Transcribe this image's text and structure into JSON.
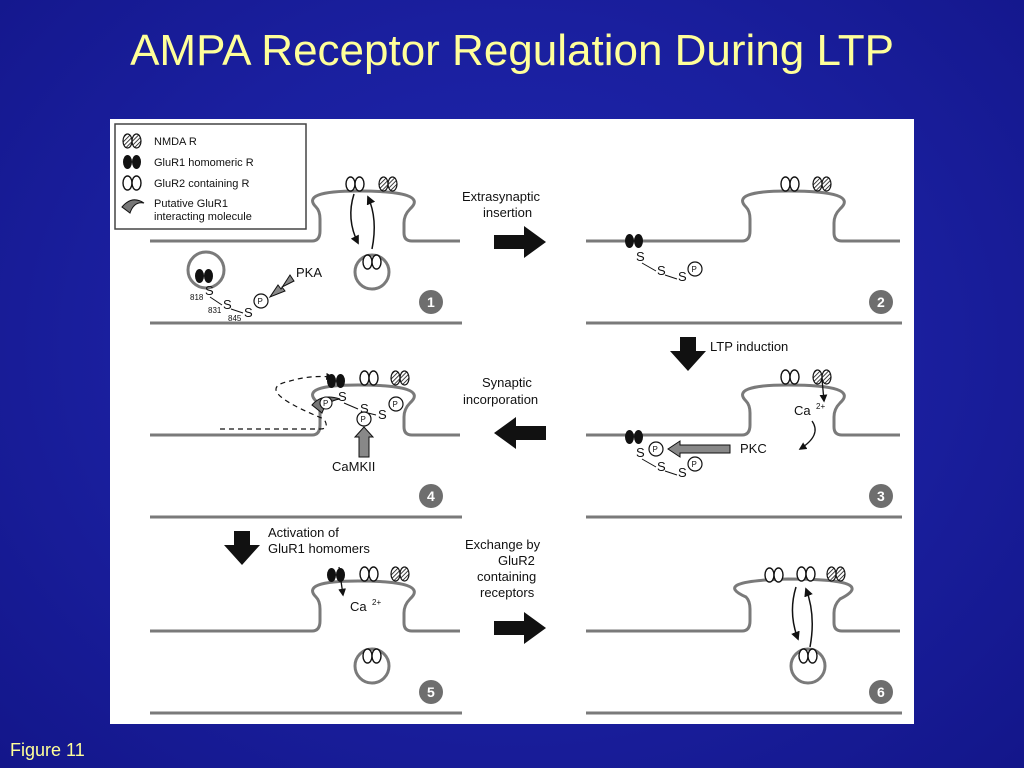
{
  "slide": {
    "title": "AMPA Receptor Regulation During LTP",
    "figure_label": "Figure 11"
  },
  "legend": {
    "nmda": "NMDA R",
    "glur1": "GluR1 homomeric R",
    "glur2": "GluR2 containing R",
    "putative_line1": "Putative GluR1",
    "putative_line2": "interacting molecule"
  },
  "steps": {
    "s1": "1",
    "s2": "2",
    "s3": "3",
    "s4": "4",
    "s5": "5",
    "s6": "6"
  },
  "arrows": {
    "extrasynaptic_line1": "Extrasynaptic",
    "extrasynaptic_line2": "insertion",
    "ltp": "LTP induction",
    "synaptic_line1": "Synaptic",
    "synaptic_line2": "incorporation",
    "activation_line1": "Activation of",
    "activation_line2": "GluR1 homomers",
    "exchange_line1": "Exchange by",
    "exchange_line2": "GluR2",
    "exchange_line3": "containing",
    "exchange_line4": "receptors"
  },
  "kinases": {
    "pka": "PKA",
    "pkc": "PKC",
    "camkii": "CaMKII"
  },
  "residues": {
    "r818": "818",
    "r831": "831",
    "r845": "845"
  },
  "symbols": {
    "s": "S",
    "p": "P",
    "ca": "Ca",
    "ca_sup": "2+"
  },
  "colors": {
    "background": "#1a1f9e",
    "title_text": "#ffff99",
    "membrane": "#7a7a7a",
    "step_badge": "#6e6e6e"
  }
}
